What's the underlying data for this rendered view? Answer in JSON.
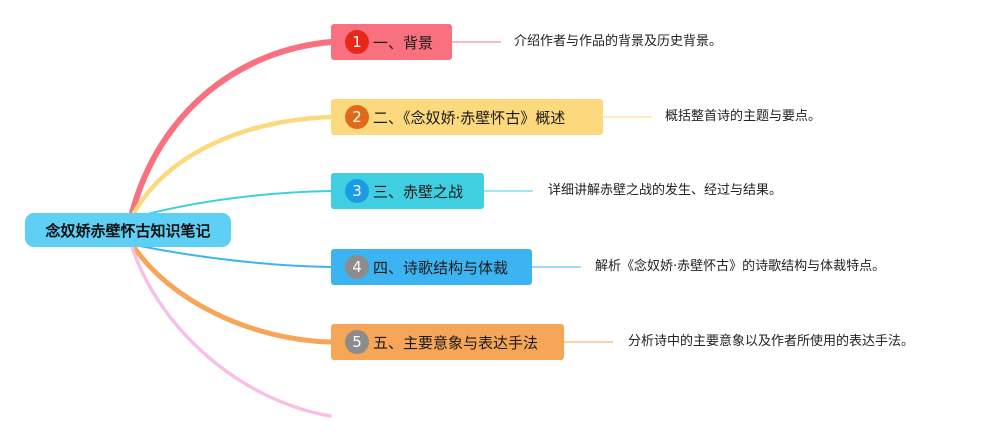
{
  "root": {
    "label": "念奴娇赤壁怀古知识笔记"
  },
  "branches": [
    {
      "number": "1",
      "label": "一、背景",
      "note": "介绍作者与作品的背景及历史背景。"
    },
    {
      "number": "2",
      "label": "二、《念奴娇·赤壁怀古》概述",
      "note": "概括整首诗的主题与要点。"
    },
    {
      "number": "3",
      "label": "三、赤壁之战",
      "note": "详细讲解赤壁之战的发生、经过与结果。"
    },
    {
      "number": "4",
      "label": "四、诗歌结构与体裁",
      "note": "解析《念奴娇·赤壁怀古》的诗歌结构与体裁特点。"
    },
    {
      "number": "5",
      "label": "五、主要意象与表达手法",
      "note": "分析诗中的主要意象以及作者所使用的表达手法。"
    }
  ],
  "colors": {
    "root": "#5fd0f5",
    "branch_1": "#f9707e",
    "branch_2": "#fbd97c",
    "branch_3": "#3fcfe0",
    "branch_4": "#3cb4f2",
    "branch_5": "#f7a556",
    "extra_curve": "#f8c0e4",
    "badge_1": "#e8271a",
    "badge_2": "#e2691a",
    "badge_3": "#1a9be2",
    "badge_4": "#8c8c8c",
    "badge_5": "#8c8c8c"
  }
}
